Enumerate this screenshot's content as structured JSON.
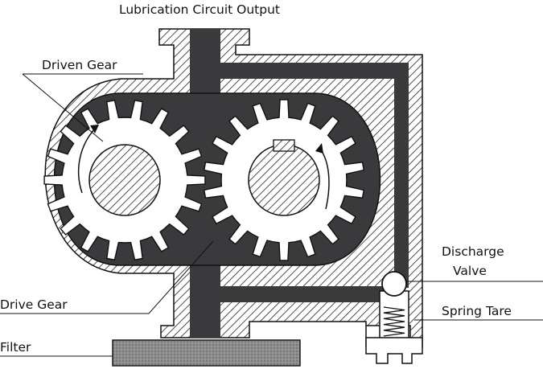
{
  "labels": {
    "output": "Lubrication Circuit Output",
    "driven_gear": "Driven Gear",
    "drive_gear": "Drive Gear",
    "filter": "Filter",
    "discharge_valve_line1": "Discharge",
    "discharge_valve_line2": "Valve",
    "spring_tare": "Spring Tare"
  },
  "colors": {
    "oil": "#3a3a3c",
    "hatch": "#222222",
    "gear": "#ffffff",
    "filter": "#8d8d8d",
    "outline": "#111111"
  },
  "gears": {
    "driven_teeth": 18,
    "drive_teeth": 18
  }
}
